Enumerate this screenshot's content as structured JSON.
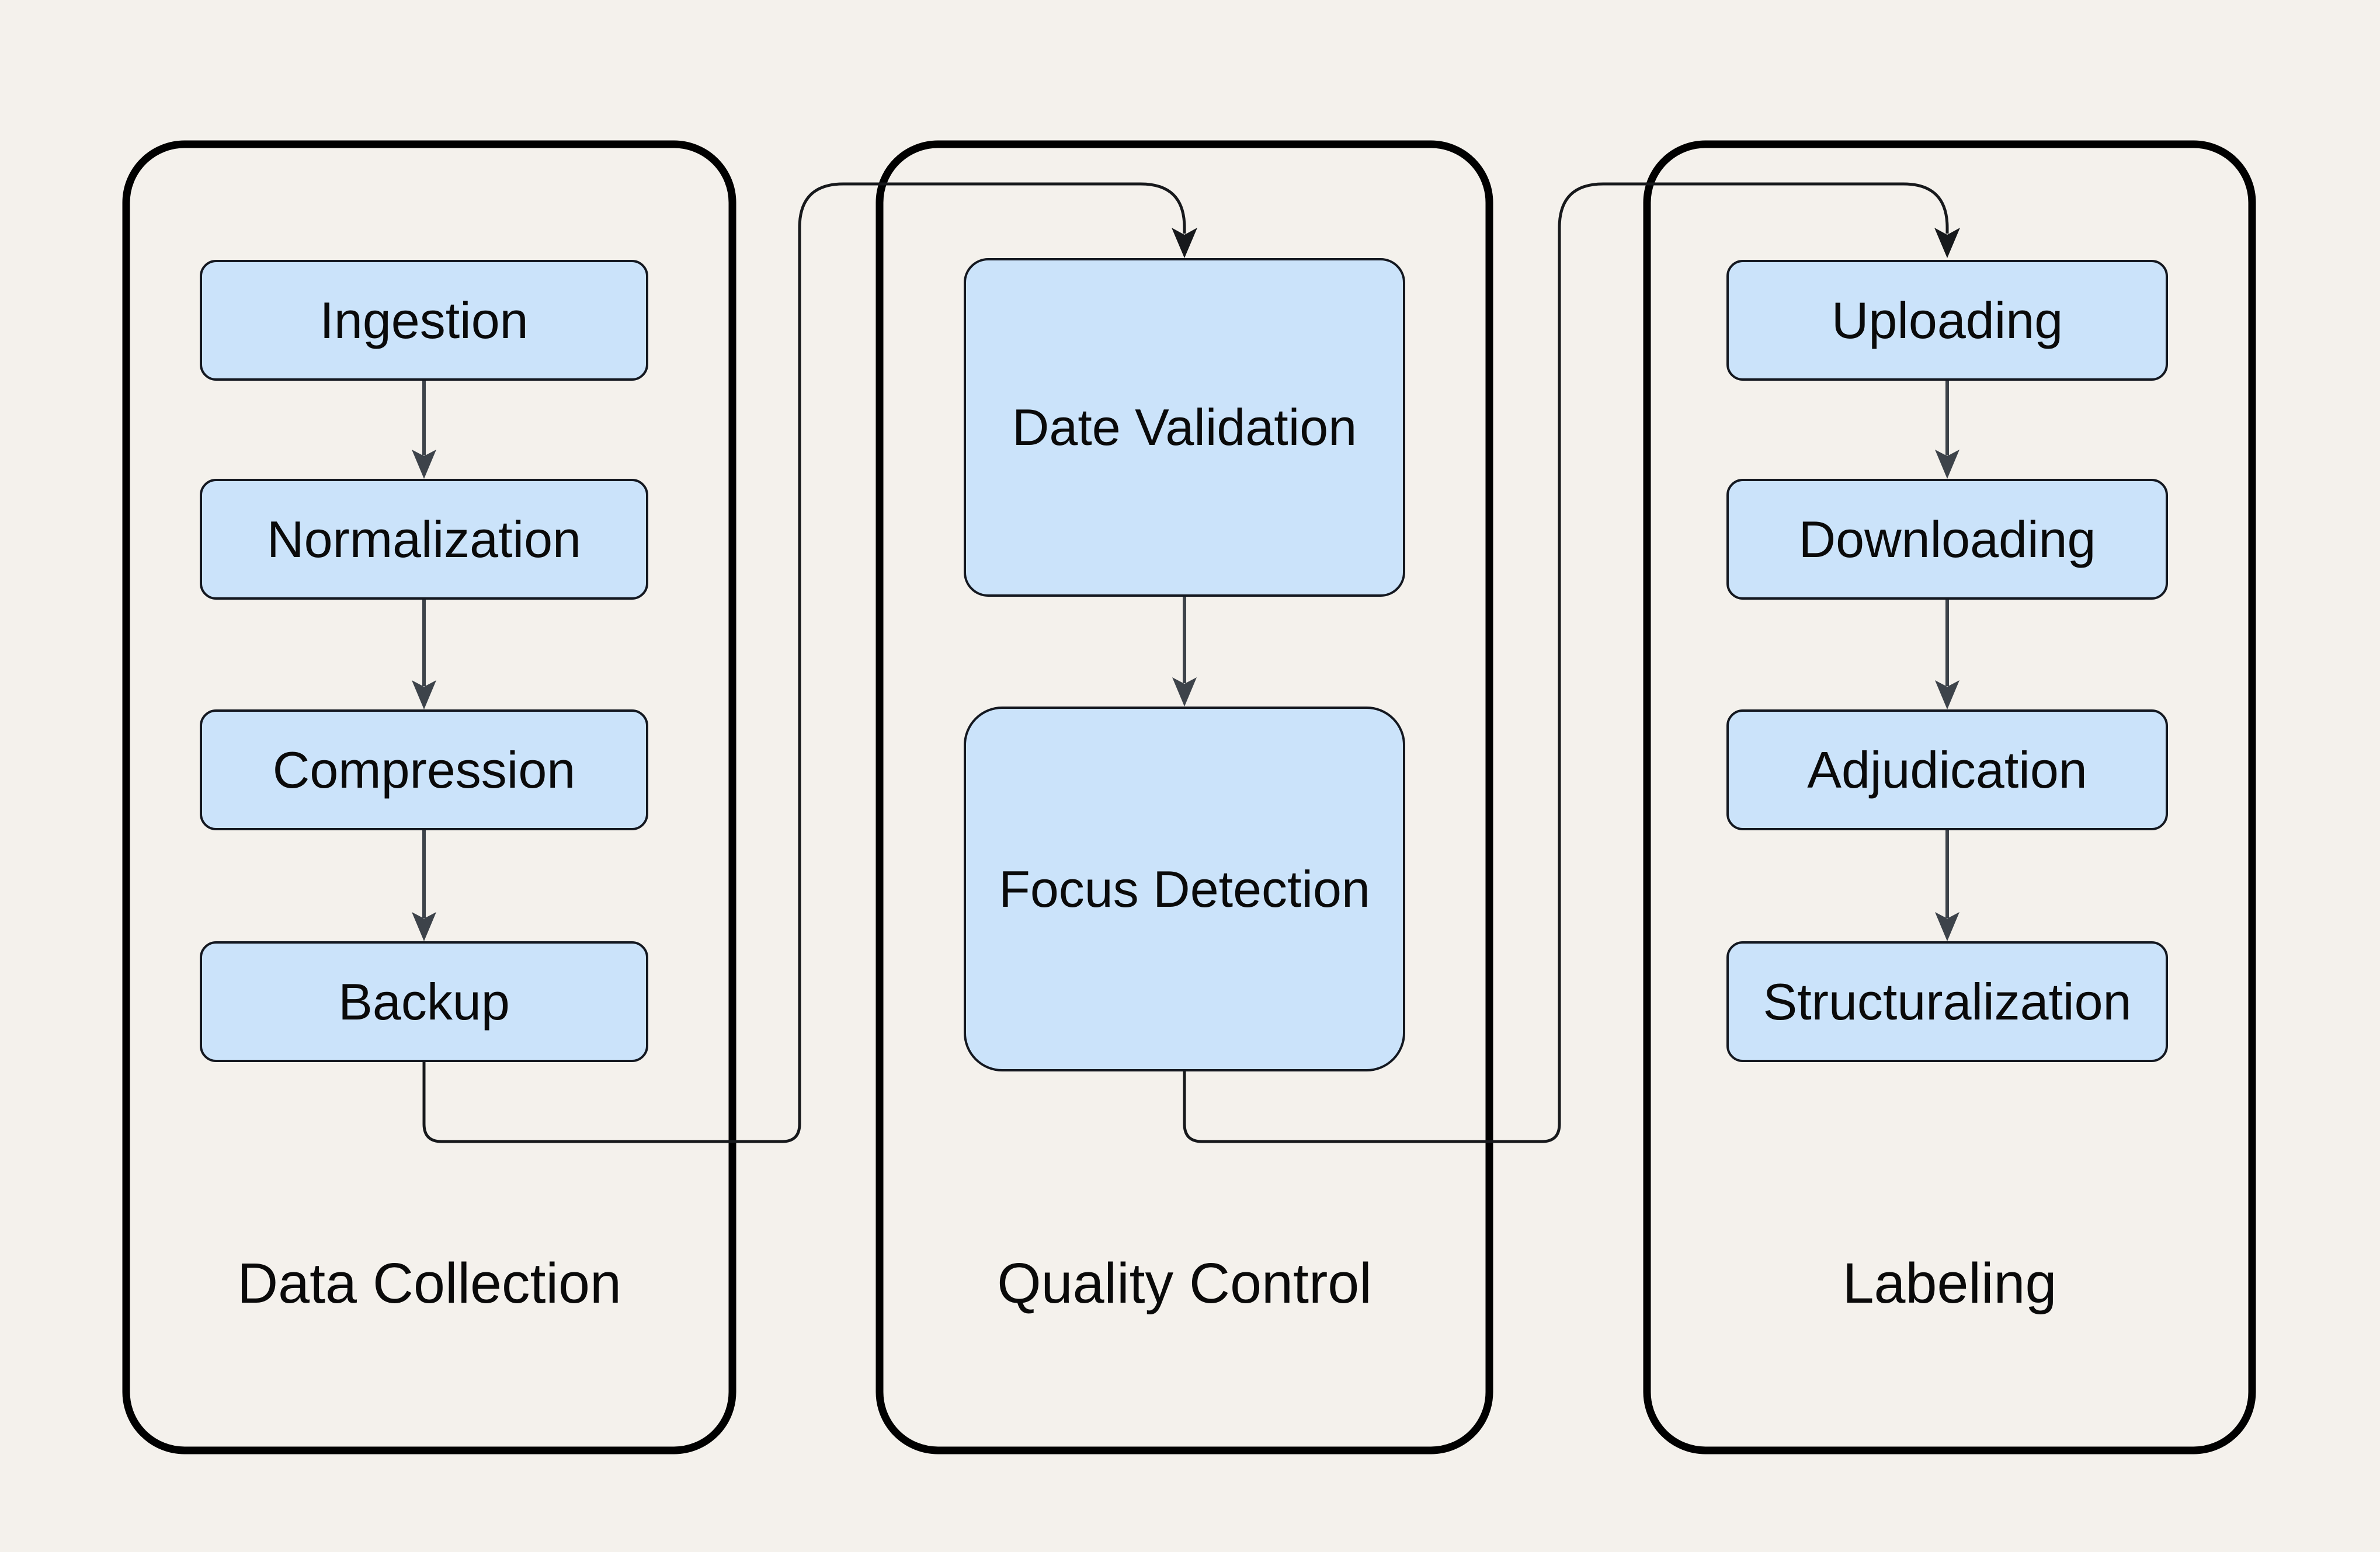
{
  "diagram": {
    "groups": [
      {
        "label": "Data Collection",
        "steps": [
          "Ingestion",
          "Normalization",
          "Compression",
          "Backup"
        ]
      },
      {
        "label": "Quality Control",
        "steps": [
          "Date Validation",
          "Focus Detection"
        ]
      },
      {
        "label": "Labeling",
        "steps": [
          "Uploading",
          "Downloading",
          "Adjudication",
          "Structuralization"
        ]
      }
    ],
    "links": [
      {
        "from": "Backup",
        "to": "Date Validation"
      },
      {
        "from": "Focus Detection",
        "to": "Uploading"
      }
    ],
    "colors": {
      "background": "#f4f1ec",
      "node_fill": "#cbe3fa",
      "node_border": "#141820",
      "container_border": "#000000",
      "step_arrow": "#3d434a",
      "link_line": "#17191c",
      "text": "#0a0a0a"
    }
  }
}
